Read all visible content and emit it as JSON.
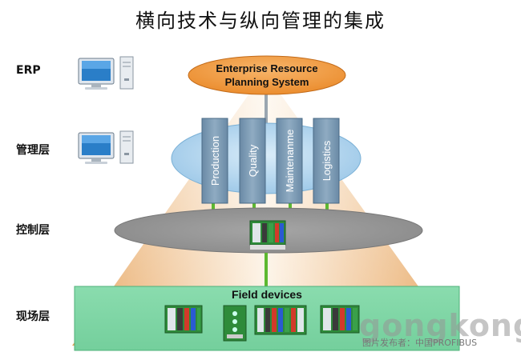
{
  "title": "横向技术与纵向管理的集成",
  "layers": {
    "erp": "ERP",
    "management": "管理层",
    "control": "控制层",
    "field": "现场层"
  },
  "erp_system": {
    "line1": "Enterprise Resource",
    "line2": "Planning System"
  },
  "mes_modules": [
    "Production",
    "Quality",
    "Maintenanme",
    "Logistics"
  ],
  "field_devices_label": "Field devices",
  "watermark": {
    "brand": "gongkong",
    "caption": "图片发布者：中国PROFIBUS"
  },
  "colors": {
    "pyramid_light": "#fbeedd",
    "pyramid_dark": "#e6a25a",
    "erp_ellipse": "#f29a3e",
    "mes_ellipse": "#a9d0ec",
    "module": "#7f9cb5",
    "control_ellipse": "#9a9a9a",
    "field_box": "#7fd5a4",
    "connector": "#5cb830"
  }
}
